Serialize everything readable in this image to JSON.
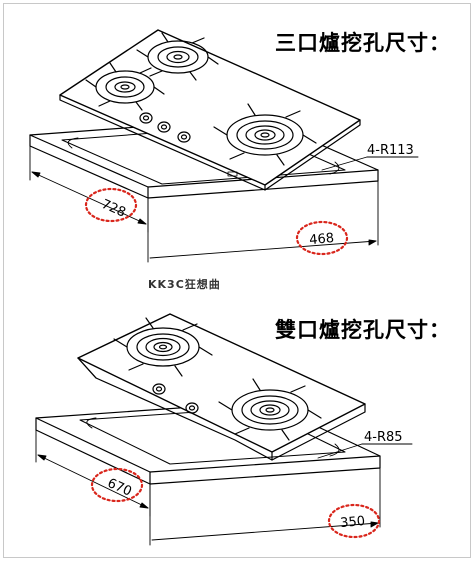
{
  "top": {
    "title": "三口爐挖孔尺寸：",
    "radius_label": "4-R113",
    "width_dim": "728",
    "depth_dim": "468"
  },
  "watermark": "KK3C狂想曲",
  "bottom": {
    "title": "雙口爐挖孔尺寸：",
    "radius_label": "4-R85",
    "width_dim": "670",
    "depth_dim": "350"
  },
  "colors": {
    "line": "#000000",
    "highlight": "#d9261c",
    "frame": "#c8c8c8"
  }
}
